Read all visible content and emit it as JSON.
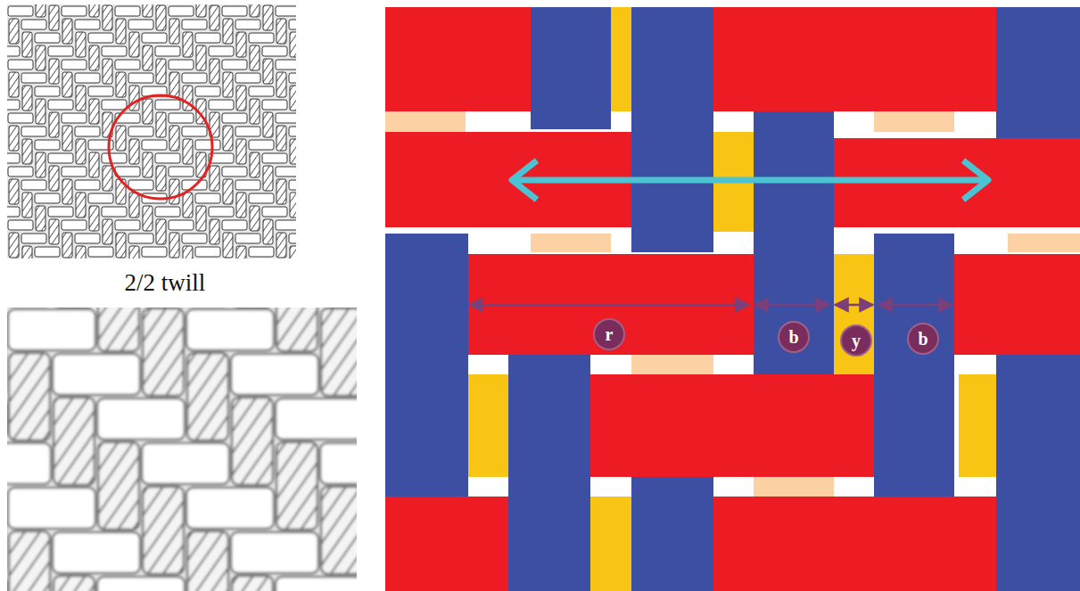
{
  "diagram": {
    "nodes": [
      {
        "text": [
          "r"
        ]
      },
      {
        "text": [
          "b"
        ]
      },
      {
        "text": [
          "y"
        ]
      },
      {
        "text": [
          "b"
        ]
      }
    ],
    "labels": [
      "2/2 twill"
    ]
  }
}
